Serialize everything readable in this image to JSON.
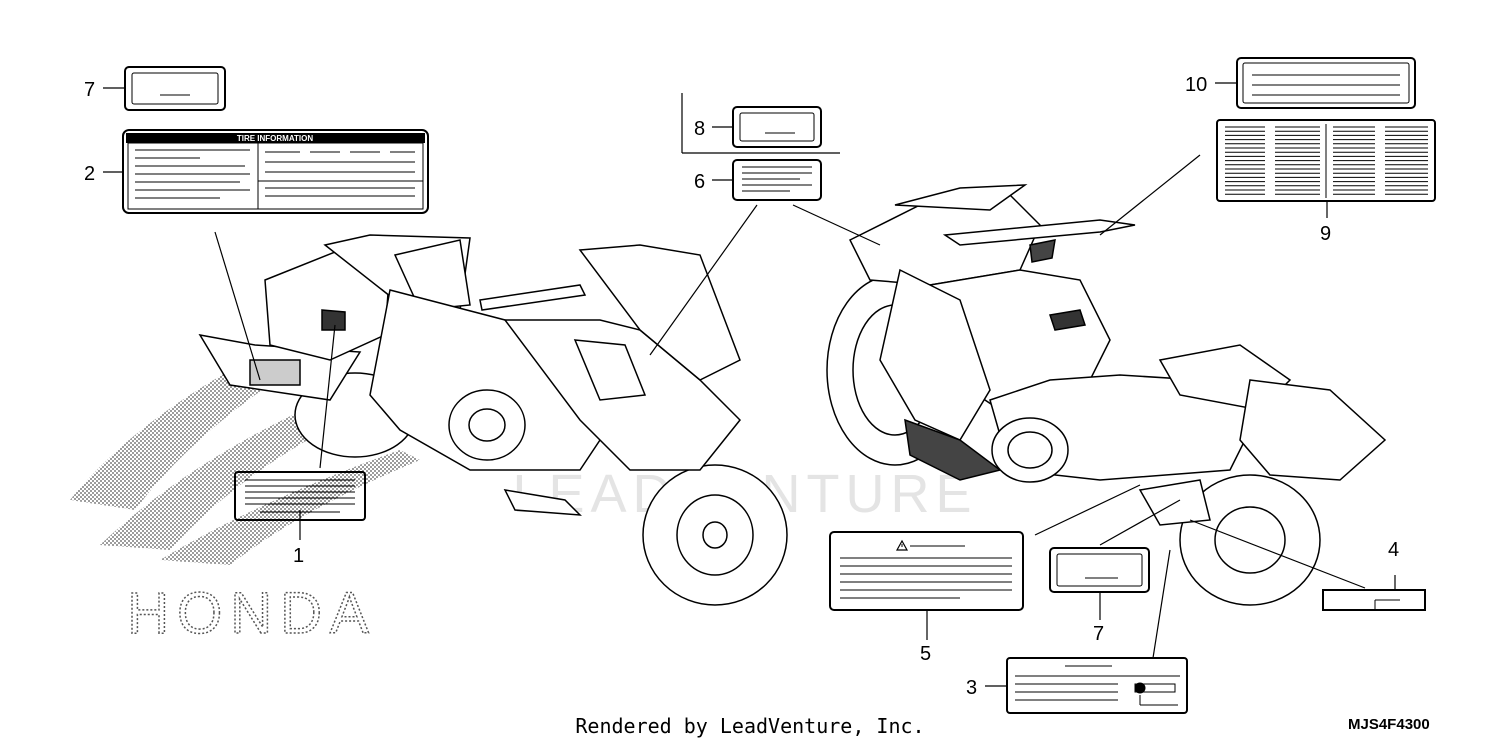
{
  "callouts": [
    {
      "id": "1",
      "label": "1"
    },
    {
      "id": "2",
      "label": "2"
    },
    {
      "id": "3",
      "label": "3"
    },
    {
      "id": "4",
      "label": "4"
    },
    {
      "id": "5",
      "label": "5"
    },
    {
      "id": "6",
      "label": "6"
    },
    {
      "id": "7a",
      "label": "7"
    },
    {
      "id": "7b",
      "label": "7"
    },
    {
      "id": "8",
      "label": "8"
    },
    {
      "id": "9",
      "label": "9"
    },
    {
      "id": "10",
      "label": "10"
    }
  ],
  "tire_label_title": "TIRE INFORMATION",
  "brand_text": "HONDA",
  "watermark": "LEADVENTURE",
  "footer": "Rendered by LeadVenture, Inc.",
  "diagram_code": "MJS4F4300"
}
